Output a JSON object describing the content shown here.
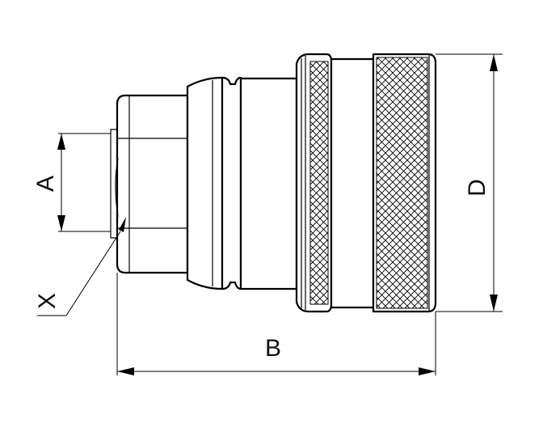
{
  "labels": {
    "a": "A",
    "b": "B",
    "d": "D",
    "x": "X"
  },
  "colors": {
    "line": "#000000",
    "background": "#ffffff"
  }
}
